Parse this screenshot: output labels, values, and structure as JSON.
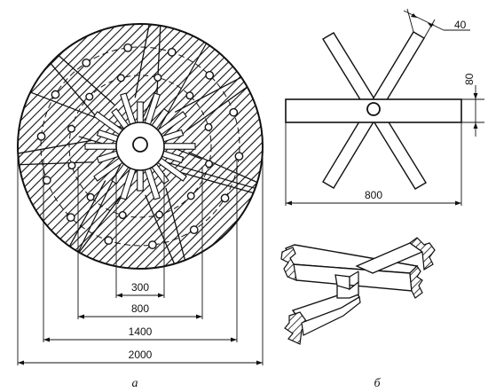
{
  "figure_a": {
    "caption": "а",
    "dimensions": {
      "d300": "300",
      "d800": "800",
      "d1400": "1400",
      "d2000": "2000"
    }
  },
  "figure_b": {
    "caption": "б",
    "dimensions": {
      "d40": "40",
      "d80": "80",
      "d800": "800"
    }
  },
  "colors": {
    "ink": "#111111",
    "paper": "#ffffff"
  }
}
